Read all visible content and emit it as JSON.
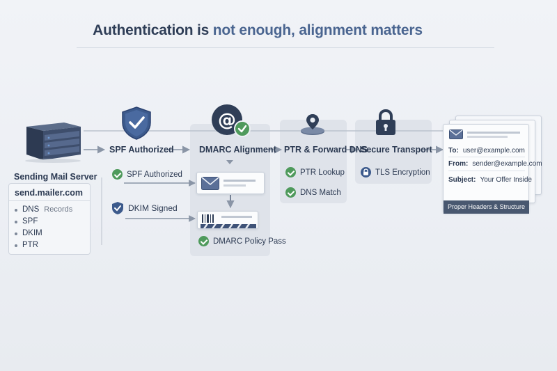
{
  "title": {
    "part1": "Authentication is ",
    "part2": "not enough, alignment matters"
  },
  "server": {
    "label": "Sending Mail Server",
    "domain": "send.mailer.com",
    "records": [
      {
        "label": "DNS",
        "muted": "Records"
      },
      {
        "label": "SPF",
        "muted": ""
      },
      {
        "label": "DKIM",
        "muted": ""
      },
      {
        "label": "PTR",
        "muted": ""
      }
    ]
  },
  "spf": {
    "label": "SPF Authorized",
    "check_label": "SPF Authorized"
  },
  "dkim": {
    "label": "DKIM Signed"
  },
  "dmarc": {
    "label": "DMARC Alignment",
    "policy_label": "DMARC Policy Pass"
  },
  "ptr": {
    "label": "PTR & Forward DNS",
    "items": [
      "PTR Lookup",
      "DNS Match"
    ]
  },
  "transport": {
    "label": "Secure Transport",
    "item": "TLS Encryption"
  },
  "email": {
    "to_key": "To:",
    "to_value": "user@example.com",
    "from_key": "From:",
    "from_value": "sender@example.com",
    "subject_key": "Subject:",
    "subject_value": "Your Offer Inside",
    "footer": "Proper Headers & Structure"
  },
  "colors": {
    "accent": "#4a6590",
    "dark": "#2f3e57",
    "check": "#4f9a5c",
    "shield": "#3c5a8c",
    "footer": "#495870"
  }
}
